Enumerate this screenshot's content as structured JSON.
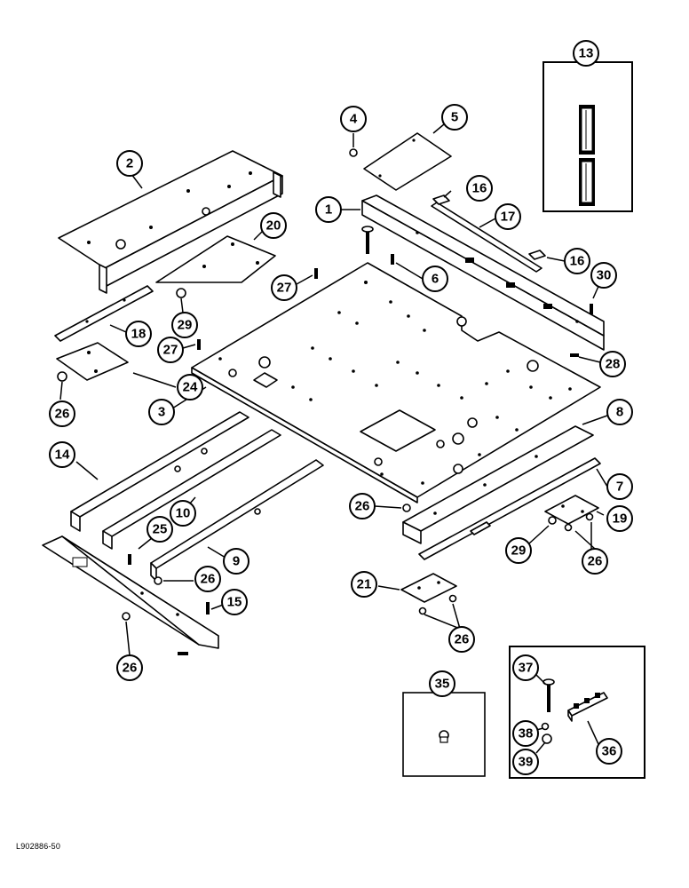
{
  "figure": {
    "reference_code": "L902886-50"
  },
  "callouts": {
    "c1": "1",
    "c2": "2",
    "c3": "3",
    "c4": "4",
    "c5": "5",
    "c6": "6",
    "c7": "7",
    "c8": "8",
    "c9": "9",
    "c10": "10",
    "c13": "13",
    "c14": "14",
    "c15": "15",
    "c16a": "16",
    "c16b": "16",
    "c17": "17",
    "c18": "18",
    "c19": "19",
    "c20": "20",
    "c21": "21",
    "c24": "24",
    "c25": "25",
    "c26a": "26",
    "c26b": "26",
    "c26c": "26",
    "c26d": "26",
    "c26e": "26",
    "c26f": "26",
    "c27a": "27",
    "c27b": "27",
    "c28": "28",
    "c29a": "29",
    "c29b": "29",
    "c30": "30",
    "c35": "35",
    "c36": "36",
    "c37": "37",
    "c38": "38",
    "c39": "39"
  }
}
